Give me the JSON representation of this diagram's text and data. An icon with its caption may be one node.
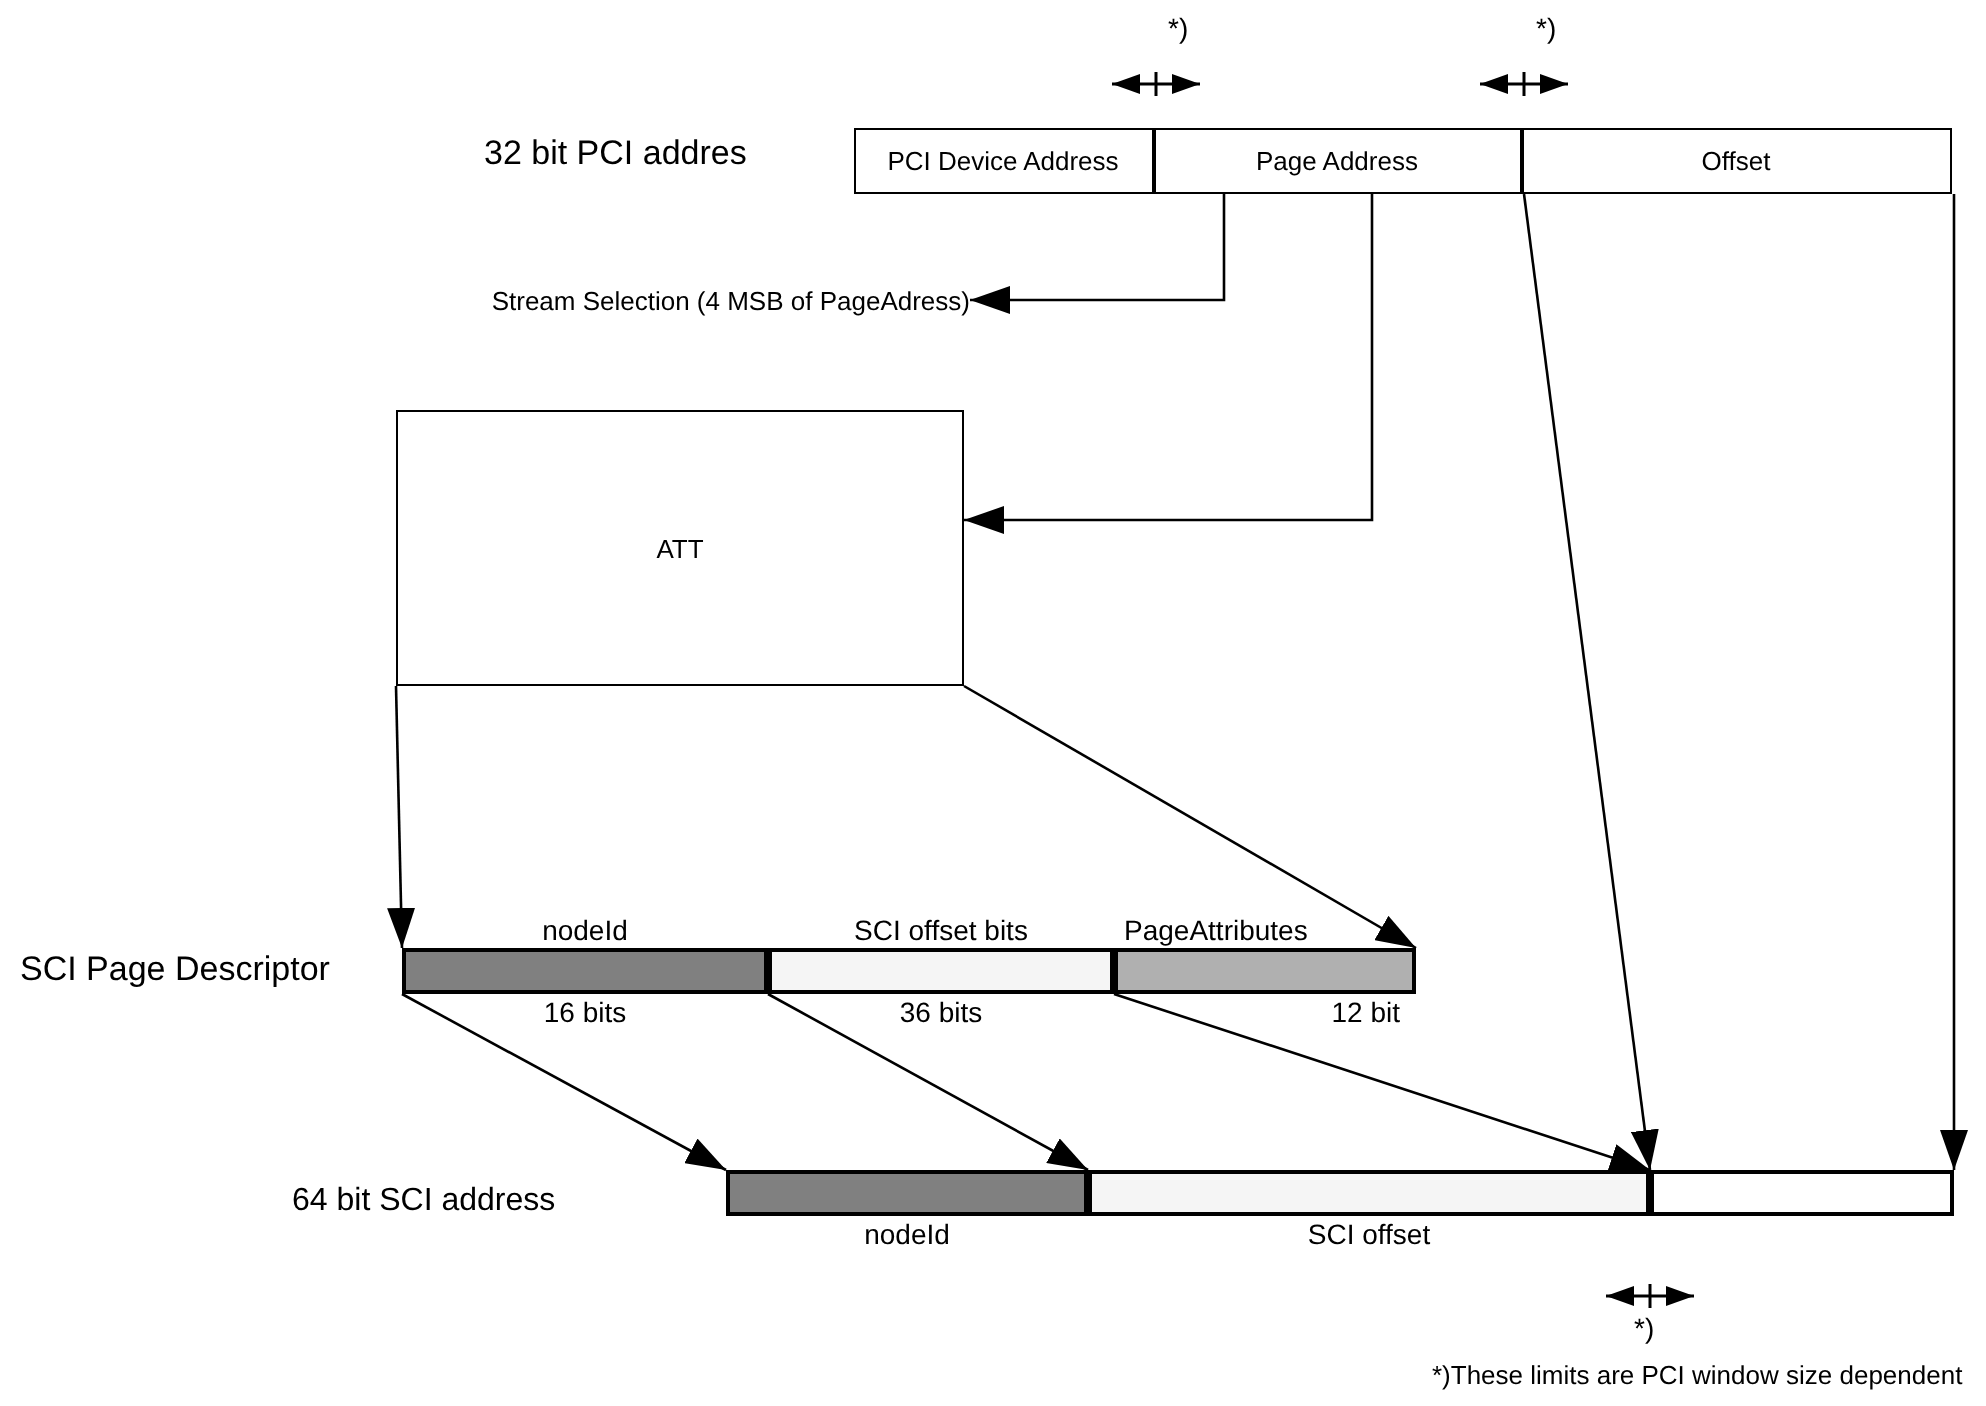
{
  "diagram": {
    "nodes": [
      {
        "text": [
          "PCI Device Address"
        ]
      },
      {
        "text": [
          "Page Address"
        ]
      },
      {
        "text": [
          "Offset"
        ]
      },
      {
        "text": [
          "Stream Selection (4 MSB of PageAdress)"
        ]
      },
      {
        "text": [
          "ATT"
        ]
      },
      {
        "text": [
          "nodeId",
          "16 bits"
        ]
      },
      {
        "text": [
          "SCI offset bits",
          "36 bits"
        ]
      },
      {
        "text": [
          "PageAttributes",
          "12 bit"
        ]
      },
      {
        "text": [
          "nodeId"
        ]
      },
      {
        "text": [
          "SCI offset"
        ]
      },
      {
        "text": [],
        "shape": "box"
      }
    ],
    "edges": [
      {
        "from": 1,
        "to": 3,
        "arrow": "to"
      },
      {
        "from": 1,
        "to": 4,
        "arrow": "to"
      },
      {
        "from": 2,
        "to": 10,
        "arrow": "to"
      },
      {
        "from": 2,
        "to": 10,
        "arrow": "to"
      },
      {
        "from": 4,
        "to": 5,
        "arrow": "to"
      },
      {
        "from": 4,
        "to": 7,
        "arrow": "to"
      },
      {
        "from": 5,
        "to": 8,
        "arrow": "to"
      },
      {
        "from": 6,
        "to": 9,
        "arrow": "to"
      },
      {
        "from": 7,
        "to": 9,
        "arrow": "to"
      }
    ],
    "labels": [
      "32 bit PCI addres",
      "*)",
      "*)",
      "SCI Page Descriptor",
      "64 bit SCI address",
      "*)",
      "*)These limits are PCI window size dependent"
    ]
  }
}
